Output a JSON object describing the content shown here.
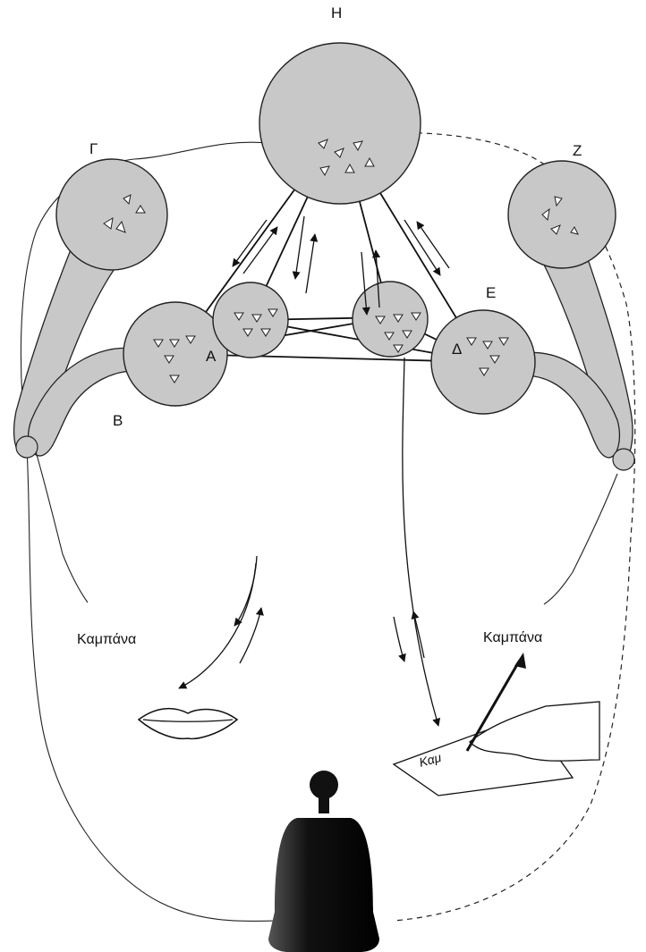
{
  "nodes": {
    "H": {
      "label": "Η"
    },
    "G": {
      "label": "Γ"
    },
    "Z": {
      "label": "Ζ"
    },
    "B": {
      "label": "Β"
    },
    "E": {
      "label": "Ε"
    },
    "A": {
      "label": "Α"
    },
    "D": {
      "label": "Δ"
    }
  },
  "captions": {
    "left_word": "Καμπάνα",
    "right_word": "Καμπάνα",
    "handwriting": "Καμ"
  },
  "icons": {
    "lips": "lips-icon",
    "writing_hand": "writing-hand-icon",
    "bell": "bell-icon"
  },
  "colors": {
    "circle_fill": "#c8c8c8",
    "ink": "#111111"
  }
}
